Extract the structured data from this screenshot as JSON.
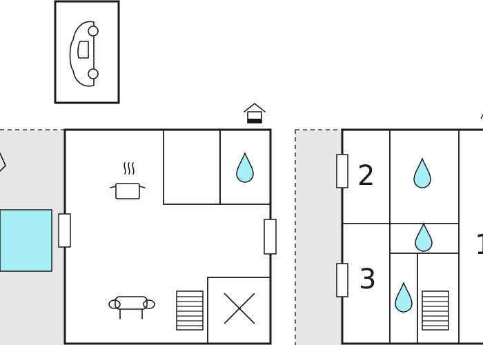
{
  "colors": {
    "wall": "#1a1a1a",
    "outdoor_area": "#e6e6e6",
    "water": "#a8eef5",
    "pool": "#a8eef5",
    "background": "#ffffff"
  },
  "icons": {
    "parking": "car-icon",
    "entrance": "house-entrance-icon",
    "kitchen": "cooking-pot-icon",
    "living": "sofa-icon",
    "bathroom": "water-drop-icon",
    "stairs": "stairs-icon",
    "void": "cross-icon",
    "door": "door-icon"
  },
  "rooms": {
    "room2": "2",
    "room3": "3",
    "room1": "1"
  }
}
